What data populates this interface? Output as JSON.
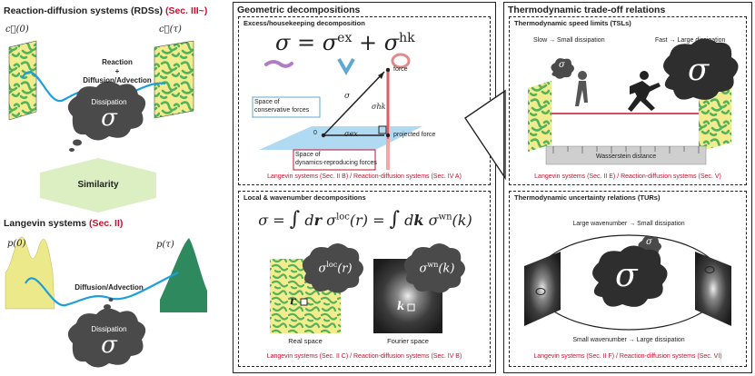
{
  "left": {
    "rds_title": "Reaction-diffusion systems (RDSs)",
    "rds_section": "(Sec. III~)",
    "c0": "c⃗(0)",
    "ctau": "c⃗(τ)",
    "rds_process": [
      "Reaction",
      "+",
      "Diffusion/Advection"
    ],
    "dissipation": "Dissipation",
    "sigma": "σ",
    "similarity": "Similarity",
    "langevin_title": "Langevin systems",
    "langevin_section": "(Sec. II)",
    "p0": "p(0)",
    "ptau": "p(τ)",
    "langevin_process": "Diffusion/Advection"
  },
  "geometric": {
    "title": "Geometric decompositions",
    "excess_panel": {
      "title": "Excess/housekeeping decomposition",
      "equation": {
        "lhs": "σ",
        "eq": "=",
        "t1": "σ",
        "t1_sup": "ex",
        "plus": "+",
        "t2": "σ",
        "t2_sup": "hk"
      },
      "labels": {
        "force": "force",
        "projected_force": "projected force",
        "sigma": "σ",
        "sigma_ex": "σex",
        "sigma_hk": "σhk",
        "zero": "0",
        "conservative": [
          "Space of",
          "conservative forces"
        ],
        "dynamics": [
          "Space of",
          "dynamics-reproducing forces"
        ]
      },
      "caption": "Langevin systems (Sec. II B) / Reaction-diffusion systems (Sec. IV A)"
    },
    "local_panel": {
      "title": "Local & wavenumber decompositions",
      "equation": "σ = ∫ dr σloc(r) = ∫ dk σwn(k)",
      "eq_parts": {
        "lhs": "σ =",
        "int1": "∫",
        "d1": "d",
        "r": "r",
        "s1": "σ",
        "loc": "loc",
        "arg1": "(r) =",
        "int2": "∫",
        "d2": "d",
        "k": "k",
        "s2": "σ",
        "wn": "wn",
        "arg2": "(k)"
      },
      "cloud_loc": {
        "s": "σ",
        "sup": "loc",
        "arg": "(r)"
      },
      "cloud_wn": {
        "s": "σ",
        "sup": "wn",
        "arg": "(k)"
      },
      "r_label": "r",
      "k_label": "k",
      "real_space": "Real space",
      "fourier_space": "Fourier space",
      "caption": "Langevin systems (Sec. II C) / Reaction-diffusion systems (Sec. IV B)"
    }
  },
  "tradeoff": {
    "title": "Thermodynamic trade-off relations",
    "tsl_panel": {
      "title": "Thermodynamic speed limits (TSLs)",
      "slow": "Slow → Small dissipation",
      "fast": "Fast → Large dissipation",
      "sigma": "σ",
      "wasserstein": "Wasserstein distance",
      "caption": "Langevin systems (Sec. II E) / Reaction-diffusion systems (Sec. V)"
    },
    "tur_panel": {
      "title": "Thermodynamic uncertainty relations (TURs)",
      "large": "Large wavenumber → Small dissipation",
      "small": "Small wavenumber → Large dissipation",
      "sigma": "σ",
      "caption": "Langevin systems (Sec. II F) / Reaction-diffusion systems (Sec. VI)"
    }
  },
  "colors": {
    "red": "#c8102e",
    "pattern_yellow": "#f3ec8e",
    "pattern_green": "#53b35a",
    "langevin_yellow": "#ece98a",
    "langevin_green": "#2e8a5e",
    "cloud": "#4a4a4a",
    "curve_blue": "#1c9fdc",
    "similarity_bg": "#dcefc3",
    "plane_blue": "#a7d5f1"
  }
}
